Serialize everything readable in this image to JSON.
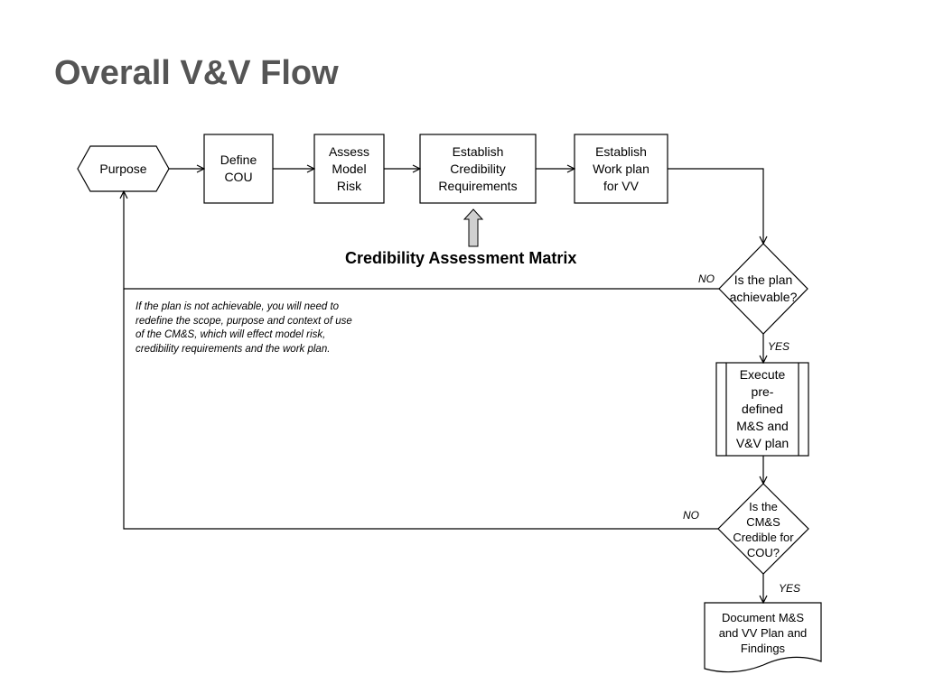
{
  "title": "Overall V&V Flow",
  "nodes": {
    "purpose": "Purpose",
    "define_cou": "Define\nCOU",
    "assess_risk": "Assess\nModel\nRisk",
    "establish_cred": "Establish\nCredibility\nRequirements",
    "establish_plan": "Establish\nWork plan\nfor VV",
    "decision_plan": "Is the plan\nachievable?",
    "execute": "Execute\npre-\ndefined\nM&S and\nV&V plan",
    "decision_credible": "Is the\nCM&S\nCredible for\nCOU?",
    "document": "Document M&S\nand VV Plan and\nFindings"
  },
  "matrix_label": "Credibility Assessment Matrix",
  "edge_labels": {
    "no_plan": "NO",
    "yes_plan": "YES",
    "no_credible": "NO",
    "yes_credible": "YES"
  },
  "note": "If the plan is not achievable, you will need to redefine the scope, purpose and context of use of the CM&S, which will effect model risk, credibility requirements and the work plan."
}
